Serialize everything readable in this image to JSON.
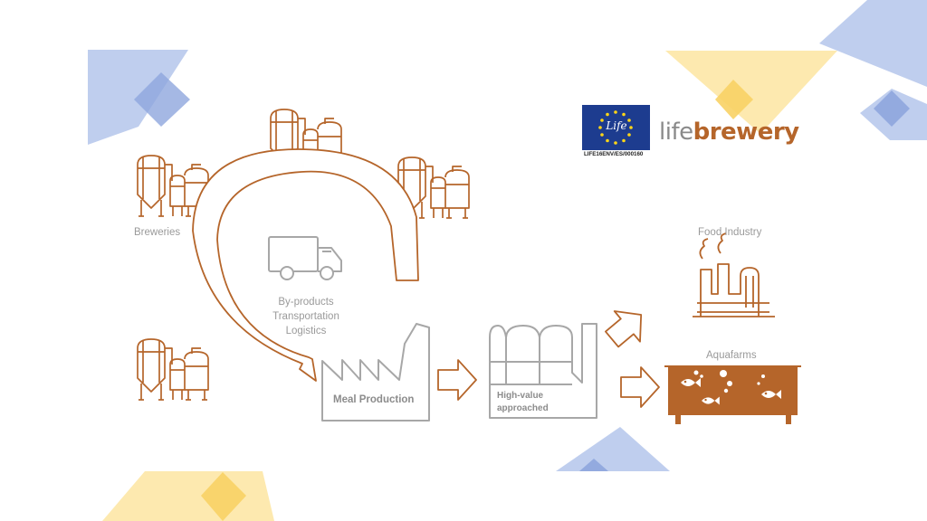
{
  "colors": {
    "accent": "#B5652A",
    "gray_line": "#A7A7A7",
    "blue_shape": "#A9BEE8",
    "blue_dark": "#8EA6DD",
    "yellow_shape": "#FCE49B",
    "yellow_dark": "#F8D265",
    "eu_blue": "#1D3C8F",
    "eu_star": "#FFD617"
  },
  "logo": {
    "flag_word": "Life",
    "code": "LIFE16ENV/ES/000160",
    "brand_prefix": "life",
    "brand_suffix": "brewery"
  },
  "nodes": {
    "breweries": "Breweries",
    "truck_lines": [
      "By-products",
      "Transportation",
      "Logistics"
    ],
    "meal_production": "Meal Production",
    "high_value_lines": [
      "High-value",
      "approached"
    ],
    "food_industry": "Food Industry",
    "aquafarms": "Aquafarms"
  },
  "icons": [
    "brewery-tank-icon",
    "truck-icon",
    "factory-icon",
    "greenhouse-icon",
    "arrow-right-icon",
    "industry-plant-icon",
    "fish-tank-icon",
    "fish-icon"
  ]
}
